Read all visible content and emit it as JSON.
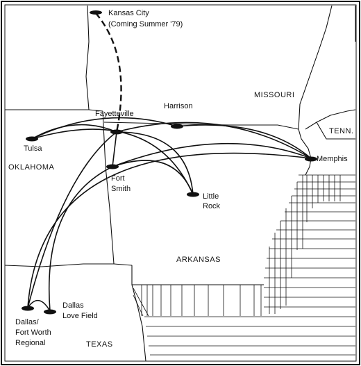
{
  "cities": {
    "kansas_city": [
      "Kansas City",
      "(Coming Summer '79)"
    ],
    "fayetteville": [
      "Fayetteville"
    ],
    "harrison": [
      "Harrison"
    ],
    "tulsa": [
      "Tulsa"
    ],
    "fort_smith": [
      "Fort",
      "Smith"
    ],
    "little_rock": [
      "Little",
      "Rock"
    ],
    "memphis": [
      "Memphis"
    ],
    "dallas_love": [
      "Dallas",
      "Love Field"
    ],
    "dfw": [
      "Dallas/",
      "Fort Worth",
      "Regional"
    ]
  },
  "states": {
    "missouri": "MISSOURI",
    "tenn": "TENN.",
    "oklahoma": "OKLAHOMA",
    "arkansas": "ARKANSAS",
    "texas": "TEXAS"
  },
  "colors": {
    "ink": "#111111",
    "paper": "#ffffff"
  }
}
